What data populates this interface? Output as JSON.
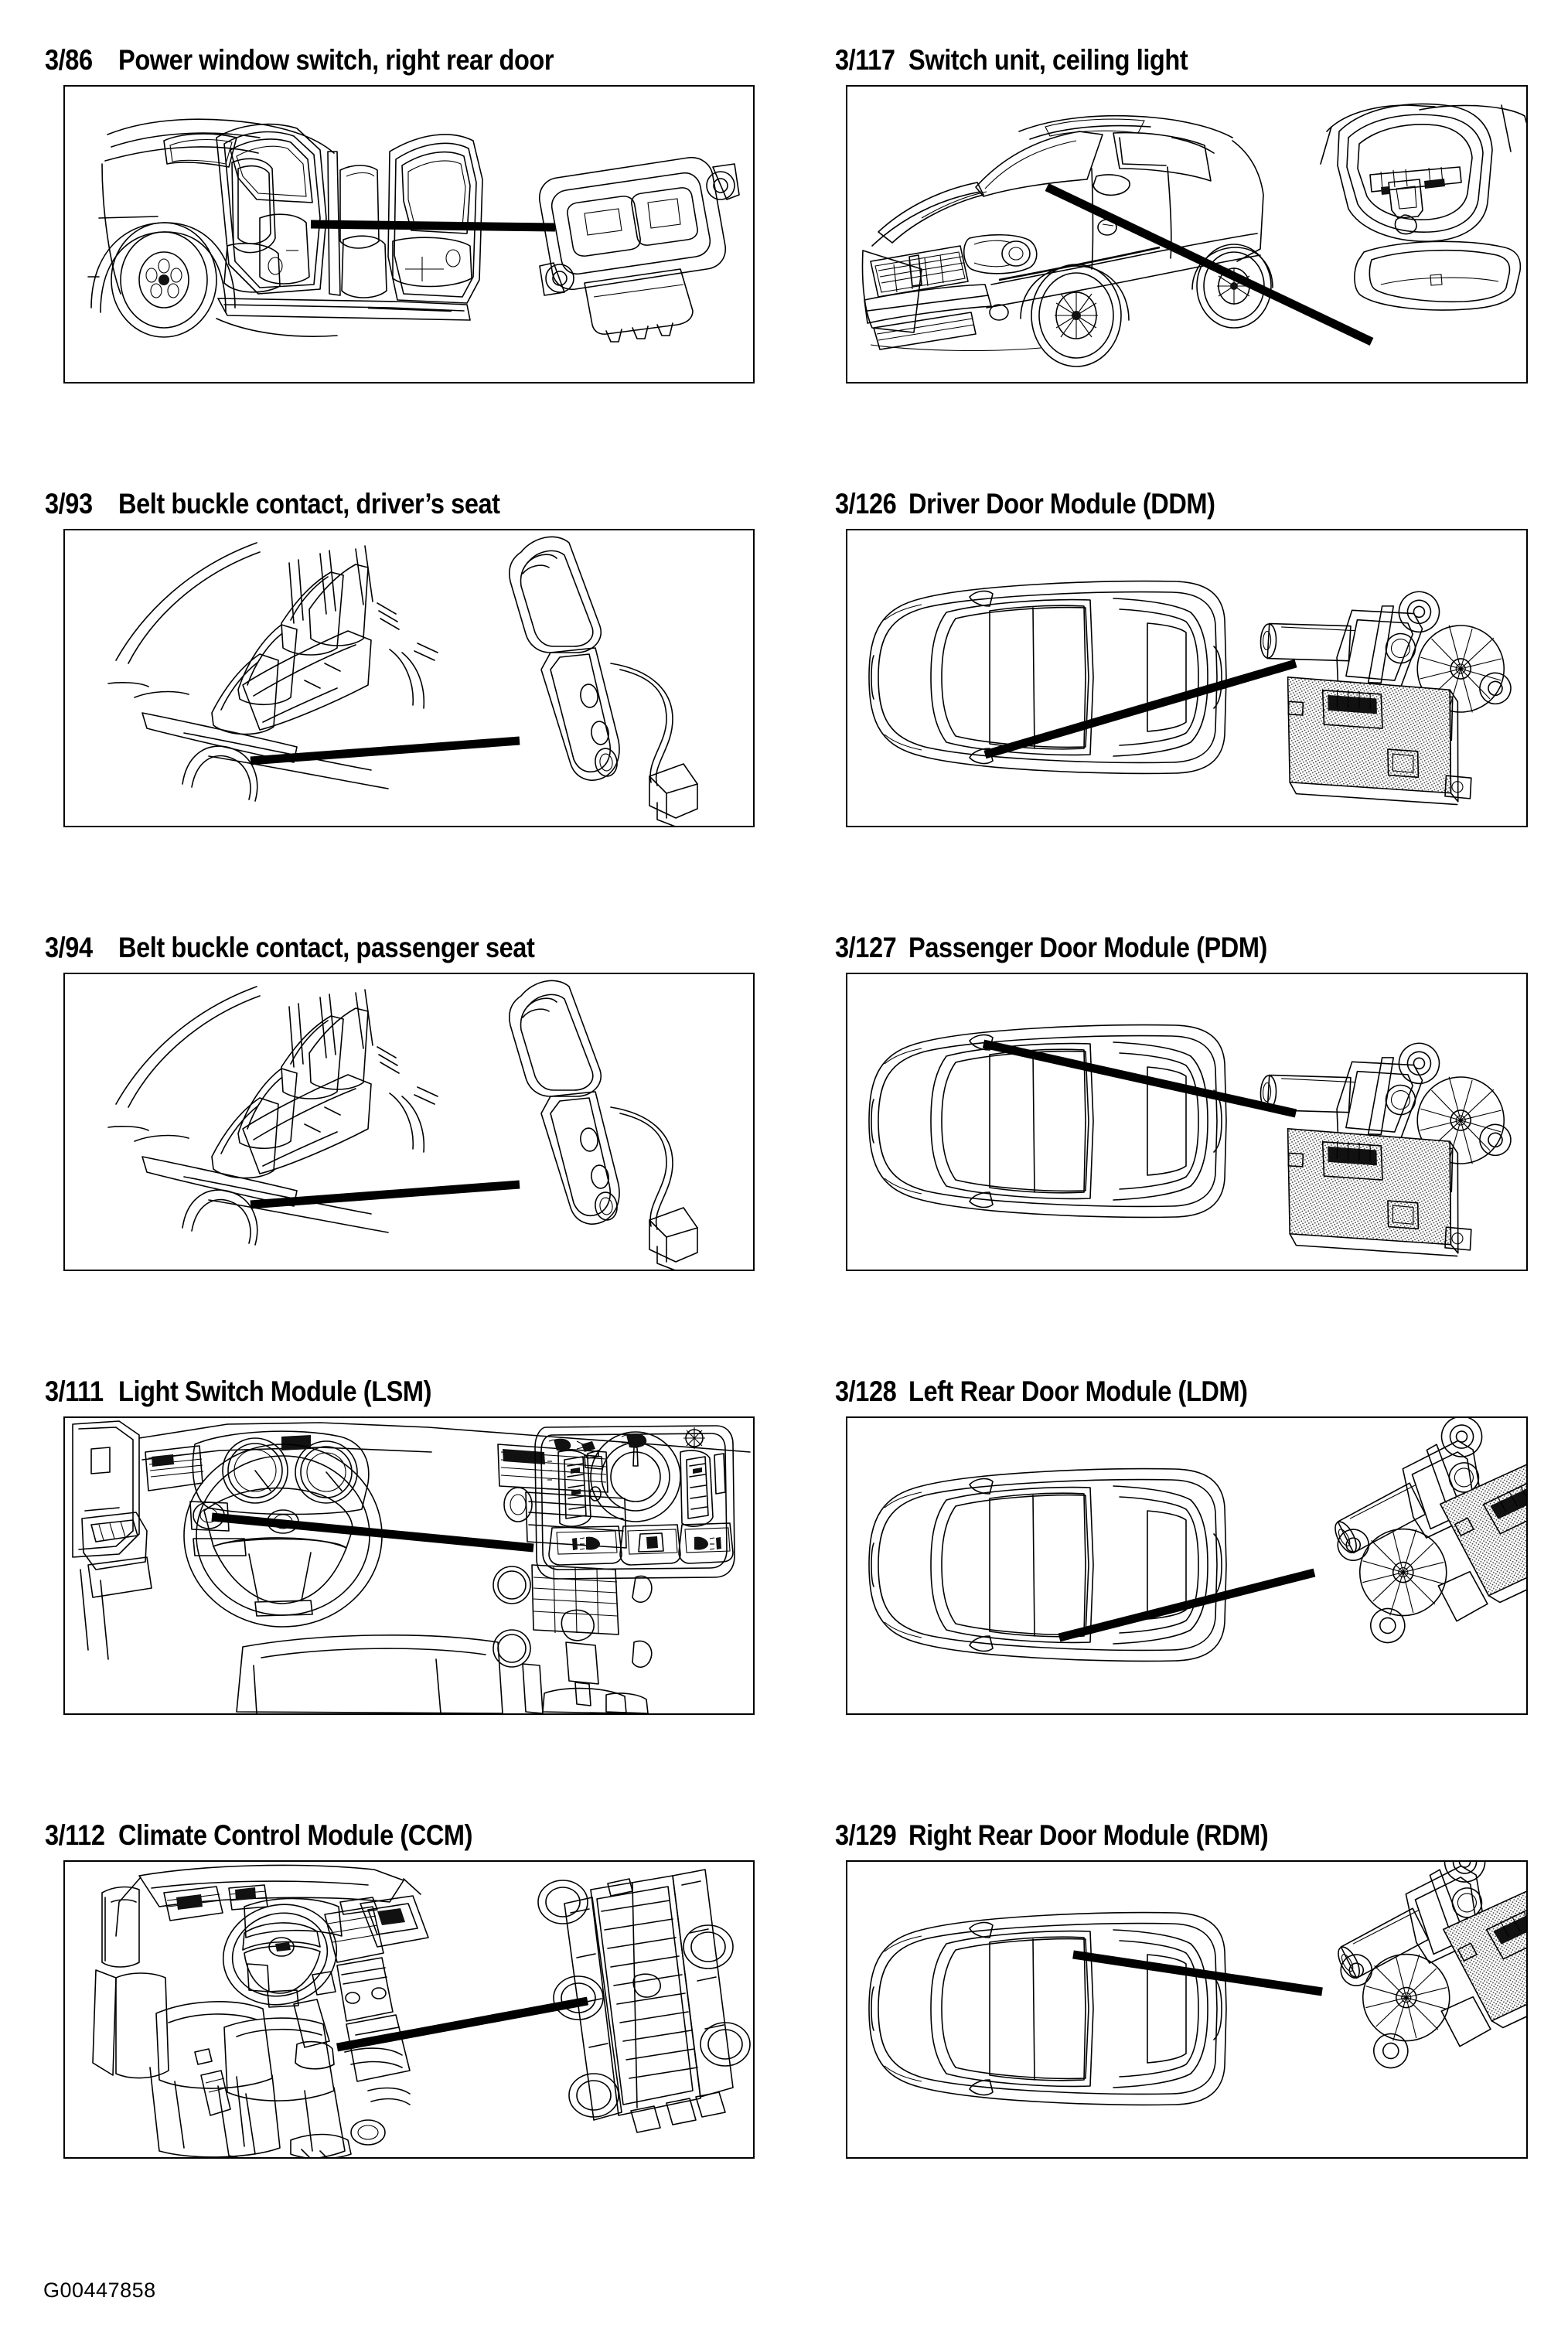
{
  "document": {
    "type": "component-location-diagram-page",
    "footer_code": "G00447858"
  },
  "figures": [
    {
      "id": "3/86",
      "label": "Power window switch, right rear door",
      "column": "left",
      "row": 1,
      "illustration": {
        "vehicle_view": "side cutaway, doors open, rear wheel visible",
        "component": "power window switch panel",
        "leader_line": true
      }
    },
    {
      "id": "3/117",
      "label": "Switch unit, ceiling light",
      "column": "right",
      "row": 1,
      "illustration": {
        "vehicle_view": "three-quarter front exterior, sedan",
        "component": "overhead console switch unit and lamp lens",
        "leader_line": true
      }
    },
    {
      "id": "3/93",
      "label": "Belt buckle contact, driver’s seat",
      "column": "left",
      "row": 2,
      "illustration": {
        "vehicle_view": "seat frame cutaway",
        "component": "seat belt buckle with wire and connector",
        "leader_line": true
      }
    },
    {
      "id": "3/126",
      "label": "Driver Door Module (DDM)",
      "column": "right",
      "row": 2,
      "illustration": {
        "vehicle_view": "top view outline",
        "component": "window regulator motor with control module",
        "leader_line": true
      }
    },
    {
      "id": "3/94",
      "label": "Belt buckle contact, passenger seat",
      "column": "left",
      "row": 3,
      "illustration": {
        "vehicle_view": "seat frame cutaway",
        "component": "seat belt buckle with wire and connector",
        "leader_line": true
      }
    },
    {
      "id": "3/127",
      "label": "Passenger Door Module (PDM)",
      "column": "right",
      "row": 3,
      "illustration": {
        "vehicle_view": "top view outline",
        "component": "window regulator motor with control module",
        "leader_line": true
      }
    },
    {
      "id": "3/111",
      "label": "Light Switch Module (LSM)",
      "column": "left",
      "row": 4,
      "illustration": {
        "vehicle_view": "dashboard and steering wheel interior",
        "component": "light switch control panel with rotary knob, two sliders and three buttons",
        "leader_line": true
      }
    },
    {
      "id": "3/128",
      "label": "Left Rear Door Module (LDM)",
      "column": "right",
      "row": 4,
      "illustration": {
        "vehicle_view": "top view outline",
        "component": "window regulator motor with control module",
        "leader_line": true
      }
    },
    {
      "id": "3/112",
      "label": "Climate Control Module (CCM)",
      "column": "left",
      "row": 5,
      "illustration": {
        "vehicle_view": "interior isometric with seats and console",
        "component": "climate control module, ribbed housing with knobs",
        "leader_line": true
      }
    },
    {
      "id": "3/129",
      "label": "Right Rear Door Module (RDM)",
      "column": "right",
      "row": 5,
      "illustration": {
        "vehicle_view": "top view outline",
        "component": "window regulator motor with control module",
        "leader_line": true
      }
    }
  ]
}
